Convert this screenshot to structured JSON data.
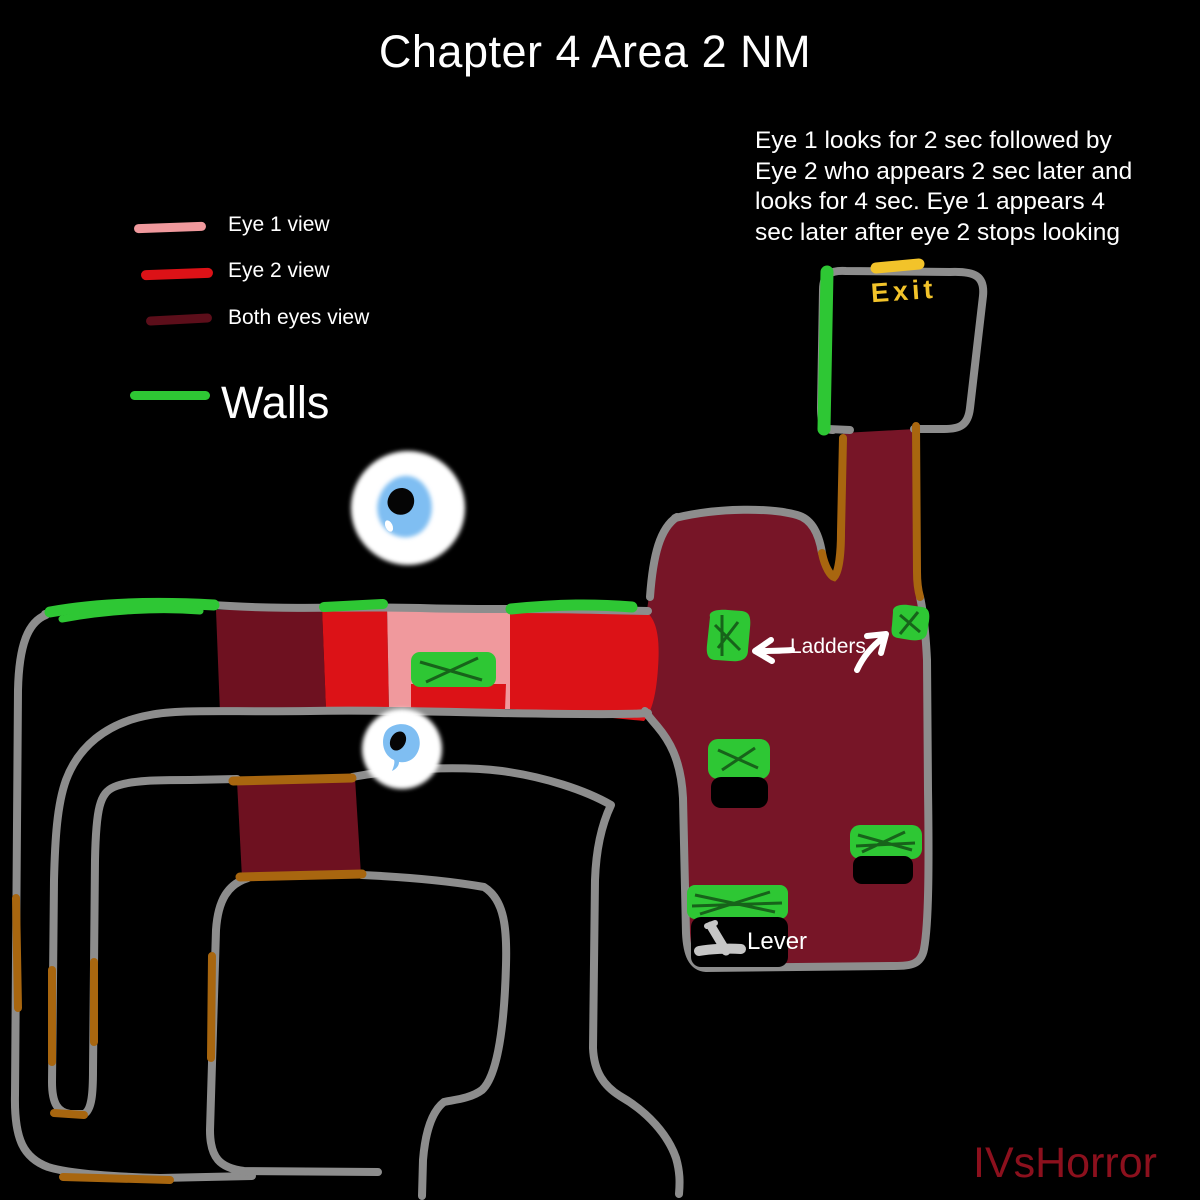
{
  "title": "Chapter 4 Area 2 NM",
  "legend": {
    "items": [
      {
        "label": "Eye 1 view",
        "color": "#f0999d"
      },
      {
        "label": "Eye 2 view",
        "color": "#dc1217"
      },
      {
        "label": "Both eyes view",
        "color": "#5c0e1a"
      },
      {
        "label": "Walls",
        "color": "#2ec734"
      }
    ]
  },
  "note": "Eye 1 looks for 2 sec followed by\nEye 2 who appears 2 sec later and\nlooks for 4 sec. Eye 1 appears 4\nsec later after eye 2 stops looking",
  "map": {
    "exit_label": "Exit",
    "ladders_label": "Ladders",
    "lever_label": "Lever"
  },
  "watermark": "IVsHorror",
  "colors": {
    "background": "#000000",
    "wall_outline_gray": "#8d8d8d",
    "walls_green": "#2ec734",
    "eye1_view_pink": "#f0999d",
    "eye2_view_red": "#dc1217",
    "both_eyes_dark_red": "#6e1120",
    "room_dark_red": "#771527",
    "door_brown": "#a8660f",
    "exit_yellow": "#f2c32a",
    "eye_iris_blue": "#7fbef2",
    "watermark_red": "#8c101d"
  }
}
